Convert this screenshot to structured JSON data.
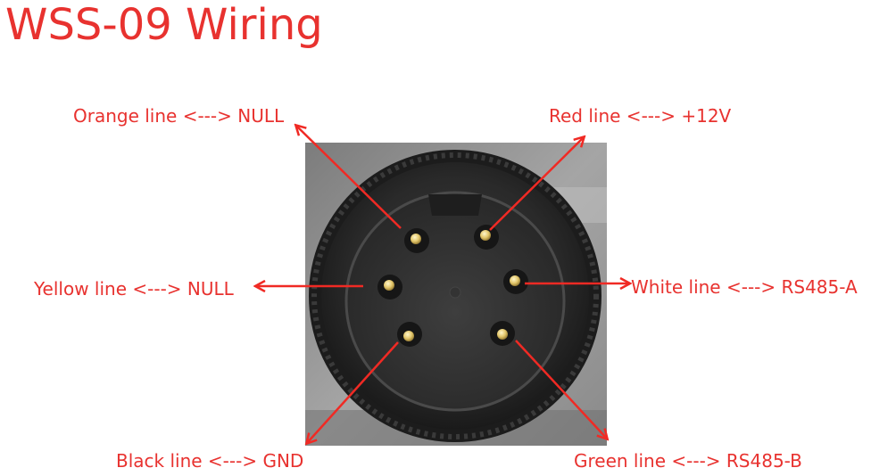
{
  "title": "WSS-09 Wiring",
  "labels": {
    "orange": "Orange line <---> NULL",
    "red": "Red line <---> +12V",
    "yellow": "Yellow line <---> NULL",
    "white": "White line <---> RS485-A",
    "black": "Black line <---> GND",
    "green": "Green line <---> RS485-B"
  },
  "colors": {
    "text": "#e8322f",
    "arrow": "#f02a24",
    "connector_body": "#2a2a2a",
    "pin": "#e2c66a",
    "background_panel": "#8e8e8e"
  }
}
